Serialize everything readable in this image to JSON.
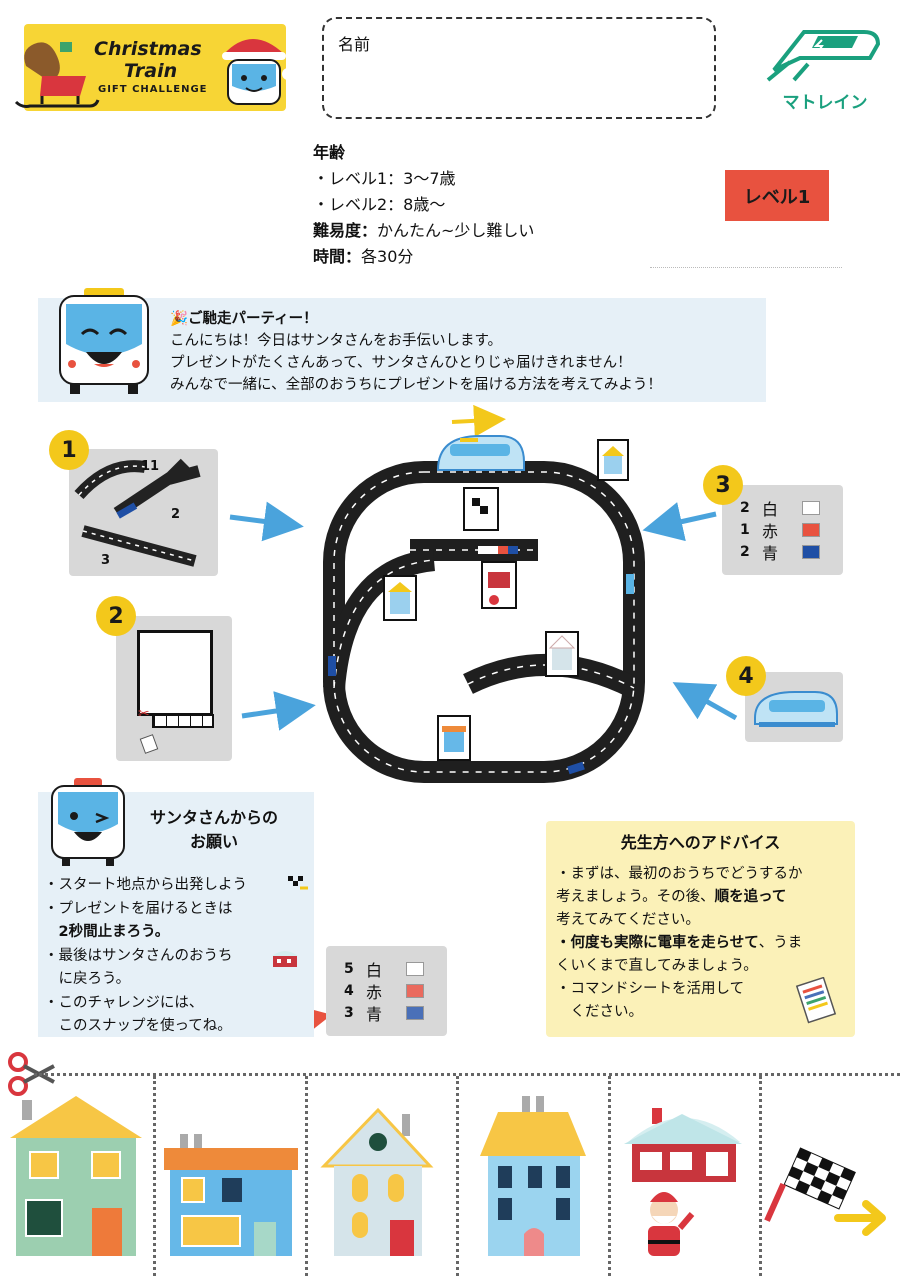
{
  "logo": {
    "line1": "Christmas",
    "line2": "Train",
    "line3": "GIFT CHALLENGE"
  },
  "name_label": "名前",
  "brand": {
    "label": "マトレイン"
  },
  "info": {
    "age_label": "年齢",
    "age_items": [
      "・レベル1：3〜7歳",
      "・レベル2：8歳〜"
    ],
    "difficulty_label": "難易度：",
    "difficulty_value": "かんたん~少し難しい",
    "time_label": "時間：",
    "time_value": "各30分"
  },
  "level_badge": "レベル1",
  "intro": {
    "title": "🎉ご馳走パーティー！",
    "lines": [
      "こんにちは！今日はサンタさんをお手伝いします。",
      "プレゼントがたくさんあって、サンタさんひとりじゃ届けきれません！",
      "みんなで一緒に、全部のおうちにプレゼントを届ける方法を考えてみよう！"
    ]
  },
  "steps": [
    "1",
    "2",
    "3",
    "4"
  ],
  "step1_counts": {
    "curve": "11",
    "switch": "2",
    "straight": "3"
  },
  "command_table_top": [
    {
      "n": "2",
      "color": "白",
      "hex": "#ffffff"
    },
    {
      "n": "1",
      "color": "赤",
      "hex": "#e8523f"
    },
    {
      "n": "2",
      "color": "青",
      "hex": "#1f4fa5"
    }
  ],
  "command_table_bottom": [
    {
      "n": "5",
      "color": "白",
      "hex": "#ffffff"
    },
    {
      "n": "4",
      "color": "赤",
      "hex": "#ea6a5e"
    },
    {
      "n": "3",
      "color": "青",
      "hex": "#4a70b8"
    }
  ],
  "wish": {
    "title_line1": "サンタさんからの",
    "title_line2": "お願い",
    "items": [
      "・スタート地点から出発しよう",
      "・プレゼントを届けるときは",
      "　2秒間止まろう。",
      "・最後はサンタさんのおうち",
      "　に戻ろう。",
      "・このチャレンジには、",
      "　このスナップを使ってね。"
    ]
  },
  "advice": {
    "title": "先生方へのアドバイス",
    "l1": "・まずは、最初のおうちでどうするか",
    "l2a": "考えましょう。その後、",
    "l2b": "順を追って",
    "l3": "考えてみてください。",
    "l4a": "・何度も実際に電車を走らせて",
    "l4b": "、うま",
    "l5": "くいくまで直してみましょう。",
    "l6": "・コマンドシートを活用して",
    "l7": "　ください。"
  },
  "colors": {
    "yellow": "#f7d535",
    "red": "#e8523f",
    "blue_bg": "#e6f0f7",
    "advice_bg": "#fbf1b8",
    "brand_green": "#1aa07e",
    "arrow_blue": "#4aa3dc"
  }
}
